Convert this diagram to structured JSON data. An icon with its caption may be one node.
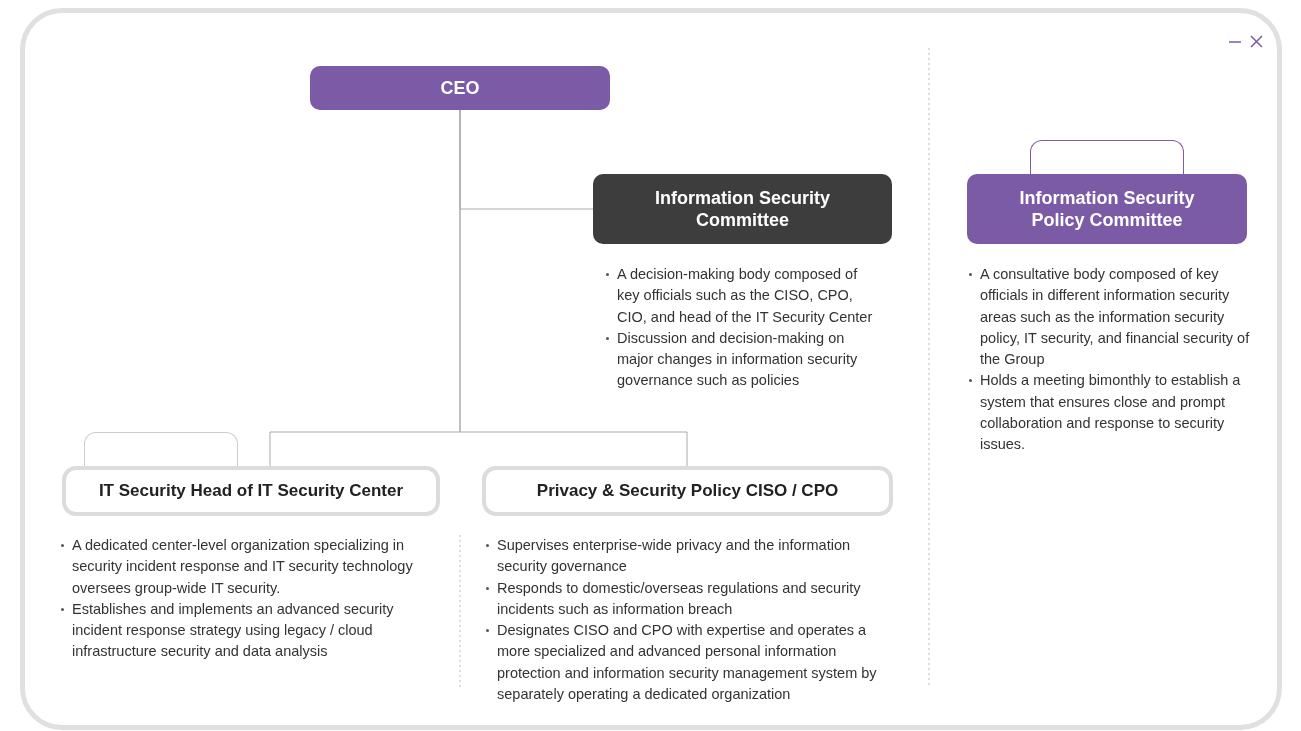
{
  "diagram": {
    "nodes": [
      {
        "text": [
          "CEO"
        ]
      },
      {
        "text": [
          "Information Security Committee"
        ],
        "beside": [
          "A decision-making body composed of key officials such as the CISO, CPO, CIO, and head of the IT Security Center",
          "Discussion and decision-making on major changes in information security governance such as policies"
        ]
      },
      {
        "text": [],
        "shape": "box"
      },
      {
        "text": [
          "Information Security Policy Committee"
        ],
        "beside": [
          "A consultative body composed of key officials in different information security areas such as the information security policy, IT security, and financial security of the Group",
          "Holds a meeting bimonthly to establish a system that ensures close and prompt collaboration and response to security issues."
        ]
      },
      {
        "text": [],
        "shape": "box"
      },
      {
        "text": [
          "IT Security Head of IT Security Center"
        ],
        "beside": [
          "A dedicated center-level organization specializing in security incident response and IT security technology oversees group-wide IT security.",
          "Establishes and implements an advanced security incident response strategy using legacy / cloud infrastructure security and data analysis"
        ]
      },
      {
        "text": [
          "Privacy & Security Policy CISO / CPO"
        ],
        "beside": [
          "Supervises enterprise-wide privacy and the information security governance",
          "Responds to domestic/overseas regulations and security incidents such as information breach",
          "Designates CISO and CPO with expertise and operates a more specialized and advanced personal information protection and information security management system by separately operating a dedicated organization"
        ]
      }
    ],
    "edges": [
      {
        "from": 0,
        "to": 1,
        "arrow": "none"
      },
      {
        "from": 0,
        "to": 5,
        "arrow": "none"
      },
      {
        "from": 0,
        "to": 6,
        "arrow": "none"
      }
    ]
  }
}
